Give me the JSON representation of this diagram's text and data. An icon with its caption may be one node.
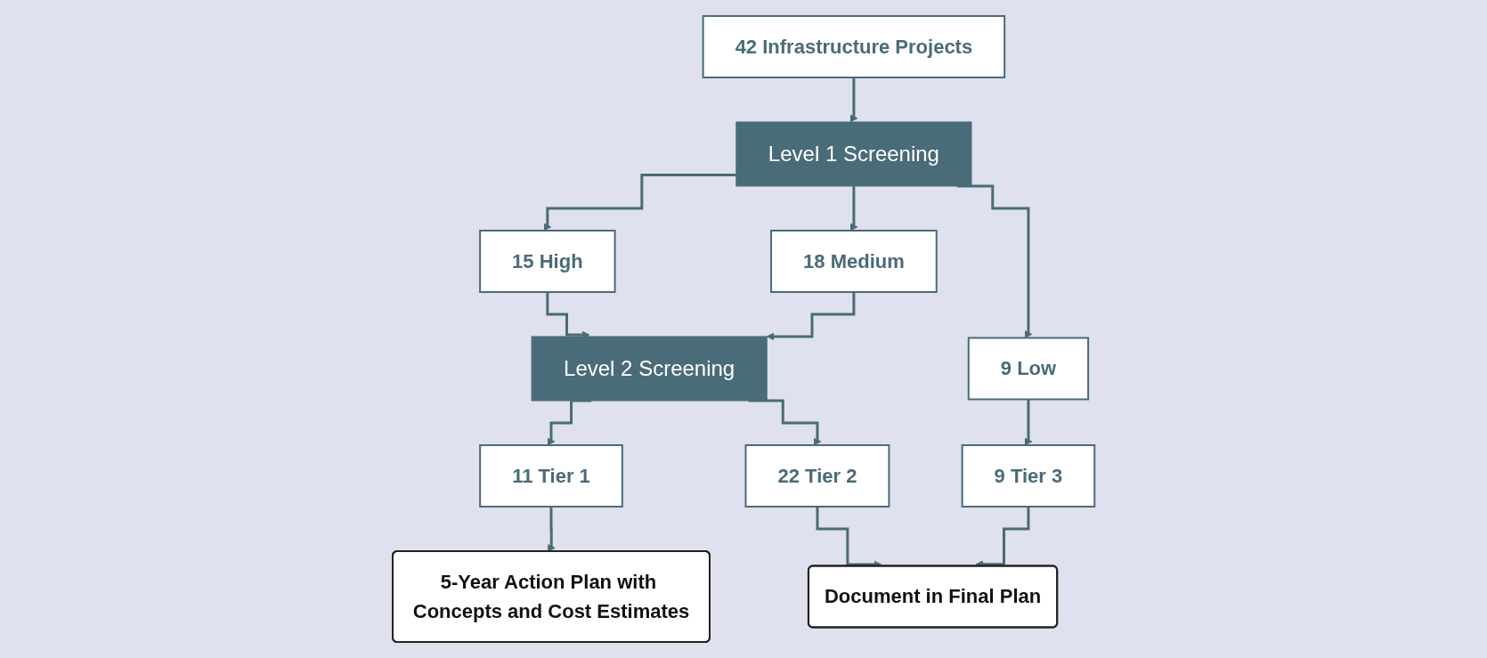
{
  "diagram": {
    "nodes": [
      {
        "text": [
          "42 Infrastructure Projects"
        ]
      },
      {
        "text": [
          "Level 1 Screening"
        ]
      },
      {
        "text": [
          "15 High"
        ]
      },
      {
        "text": [
          "18 Medium"
        ]
      },
      {
        "text": [
          "9 Low"
        ]
      },
      {
        "text": [
          "Level 2 Screening"
        ]
      },
      {
        "text": [
          "11 Tier 1"
        ]
      },
      {
        "text": [
          "22 Tier 2"
        ]
      },
      {
        "text": [
          "9 Tier 3"
        ]
      },
      {
        "text": [
          "5-Year Action Plan with Concepts and Cost Estimates"
        ]
      },
      {
        "text": [
          "Document in Final Plan"
        ]
      }
    ],
    "edges": [
      {
        "from": 0,
        "to": 1,
        "arrow": "to"
      },
      {
        "from": 1,
        "to": 2,
        "arrow": "to"
      },
      {
        "from": 1,
        "to": 3,
        "arrow": "to"
      },
      {
        "from": 1,
        "to": 4,
        "arrow": "to"
      },
      {
        "from": 2,
        "to": 5,
        "arrow": "to"
      },
      {
        "from": 3,
        "to": 5,
        "arrow": "to"
      },
      {
        "from": 4,
        "to": 8,
        "arrow": "to"
      },
      {
        "from": 5,
        "to": 6,
        "arrow": "to"
      },
      {
        "from": 5,
        "to": 7,
        "arrow": "to"
      },
      {
        "from": 6,
        "to": 9,
        "arrow": "to"
      },
      {
        "from": 7,
        "to": 10,
        "arrow": "to"
      },
      {
        "from": 8,
        "to": 10,
        "arrow": "to"
      }
    ]
  }
}
